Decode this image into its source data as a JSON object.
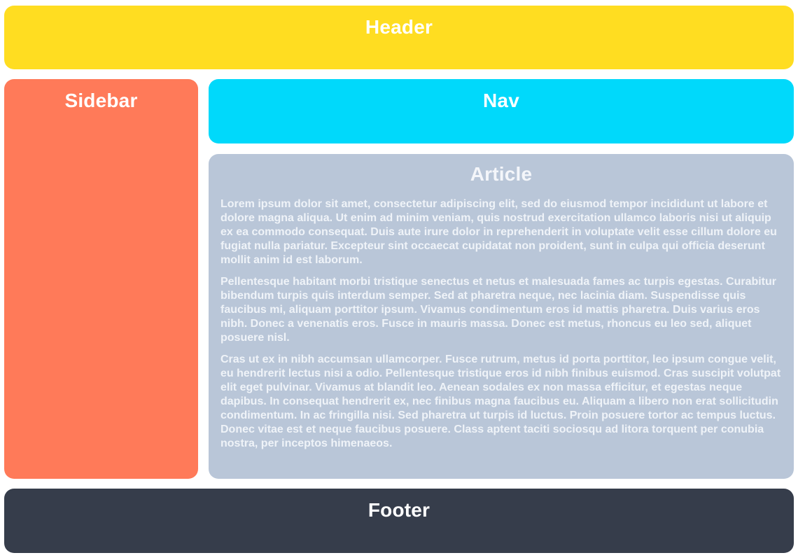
{
  "header": {
    "label": "Header",
    "bg": "#ffdd21"
  },
  "sidebar": {
    "label": "Sidebar",
    "bg": "#ff7a59"
  },
  "nav": {
    "label": "Nav",
    "bg": "#00d9fb"
  },
  "article": {
    "title": "Article",
    "bg": "#b9c6d8",
    "text_color": "#eff3f8",
    "paragraphs": [
      "Lorem ipsum dolor sit amet, consectetur adipiscing elit, sed do eiusmod tempor incididunt ut labore et dolore magna aliqua. Ut enim ad minim veniam, quis nostrud exercitation ullamco laboris nisi ut aliquip ex ea commodo consequat. Duis aute irure dolor in reprehenderit in voluptate velit esse cillum dolore eu fugiat nulla pariatur. Excepteur sint occaecat cupidatat non proident, sunt in culpa qui officia deserunt mollit anim id est laborum.",
      "Pellentesque habitant morbi tristique senectus et netus et malesuada fames ac turpis egestas. Curabitur bibendum turpis quis interdum semper. Sed at pharetra neque, nec lacinia diam. Suspendisse quis faucibus mi, aliquam porttitor ipsum. Vivamus condimentum eros id mattis pharetra. Duis varius eros nibh. Donec a venenatis eros. Fusce in mauris massa. Donec est metus, rhoncus eu leo sed, aliquet posuere nisl.",
      "Cras ut ex in nibh accumsan ullamcorper. Fusce rutrum, metus id porta porttitor, leo ipsum congue velit, eu hendrerit lectus nisi a odio. Pellentesque tristique eros id nibh finibus euismod. Cras suscipit volutpat elit eget pulvinar. Vivamus at blandit leo. Aenean sodales ex non massa efficitur, et egestas neque dapibus. In consequat hendrerit ex, nec finibus magna faucibus eu. Aliquam a libero non erat sollicitudin condimentum. In ac fringilla nisi. Sed pharetra ut turpis id luctus. Proin posuere tortor ac tempus luctus. Donec vitae est et neque faucibus posuere. Class aptent taciti sociosqu ad litora torquent per conubia nostra, per inceptos himenaeos."
    ]
  },
  "footer": {
    "label": "Footer",
    "bg": "#363d4b"
  }
}
